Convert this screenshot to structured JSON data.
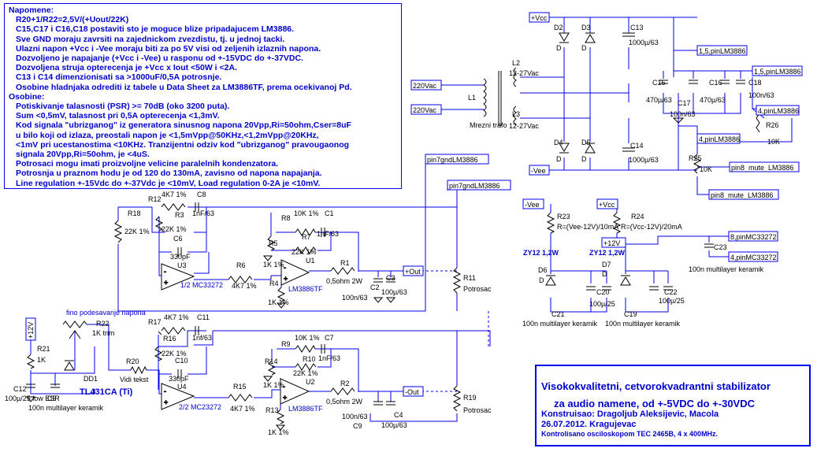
{
  "notes": {
    "napomene_title": "Napomene:",
    "napomene": [
      "R20+1/R22=2,5V/(+Uout/22K)",
      "C15,C17 i C16,C18 postaviti sto je moguce blize pripadajucem LM3886.",
      "Sve GND moraju zavrsiti na zajednickom zvezdistu, tj. u jednoj tacki.",
      "Ulazni napon +Vcc i -Vee moraju biti za po 5V visi od zeljenih izlaznih napona.",
      "Dozvoljeno je napajanje (+Vcc i -Vee) u rasponu od +-15VDC do +-37VDC.",
      "Dozvoljena struja opterecenja je +Vcc x Iout <50W i <2A.",
      "C13 i C14 dimenzionisati sa >1000uF/0,5A potrosnje.",
      "Osobine hladnjaka odrediti iz tabele u Data Sheet za LM3886TF, prema ocekivanoj Pd."
    ],
    "osobine_title": "Osobine:",
    "osobine": [
      "Potiskivanje talasnosti (PSR) >= 70dB (oko 3200 puta).",
      "Sum <0,5mV, talasnost pri 0,5A opterecenja <1,3mV.",
      "Kod signala \"ubrizganog\" iz generatora sinusnog napona 20Vpp,Ri=50ohm,Cser=8uF",
      "u bilo koji od izlaza, preostali napon je <1,5mVpp@50KHz,<1,2mVpp@20KHz,",
      "<1mV pri ucestanostima <10KHz. Tranzijentni odziv kod \"ubrizganog\" pravougaonog",
      "signala 20Vpp,Ri=50ohm, je <4uS.",
      "Potrosaci mogu imati proizvoljne velicine paralelnih kondenzatora.",
      "Potrosnja u praznom hodu je od 120 do 130mA, zavisno od napona napajanja.",
      "Line regulation +-15Vdc do +-37Vdc je <10mV, Load regulation 0-2A je <10mV."
    ]
  },
  "title_block": {
    "line1": "Visokokvalitetni, cetvorokvadrantni stabilizator",
    "line2": "za audio namene, od +-5VDC do +-30VDC",
    "line3": "Konstruisao: Dragoljub Aleksijevic, Macola",
    "line4": "26.07.2012. Kragujevac",
    "line5": "Kontrolisano osciloskopom TEC 2465B, 4 x 400MHz."
  },
  "psu": {
    "vcc": "+Vcc",
    "vee": "-Vee",
    "in1": "220Vac",
    "in2": "220Vac",
    "l1": "L1",
    "l2": "L2",
    "l3": "L3",
    "l2v": "12-27Vac",
    "l3v": "12-27Vac",
    "trafo": "Mrezni trafo",
    "d2": "D2",
    "d3": "D3",
    "d4": "D4",
    "d5": "D5",
    "d": "D",
    "c13": "C13",
    "c13v": "1000µ/63",
    "c14": "C14",
    "c14v": "1000µ/63",
    "c15": "C15",
    "c15v": "470µ/63",
    "c16": "C16",
    "c16v": "470µ/63",
    "c17": "C17",
    "c17v": "100n/63",
    "c18": "C18",
    "c18v": "100n/63",
    "r25": "R25",
    "r25v": "10K",
    "r26": "R26",
    "r26v": "10K",
    "n_15a": "1,5,pinLM3886",
    "n_15b": "1,5,pinLM3886",
    "n_4a": "4,pinLM3886",
    "n_4b": "4,pinLM3886",
    "n_mute_a": "pin8_mute_LM3886",
    "n_mute_b": "pin8_mute_LM3886"
  },
  "ref": {
    "vee": "-Vee",
    "vcc": "+Vcc",
    "r23": "R23",
    "r23v": "R=(Vee-12V)/10mA",
    "r24": "R24",
    "r24v": "R=(Vcc-12V)/20mA",
    "z1": "ZY12 1,2W",
    "z2": "ZY12 1,2W",
    "d6": "D6",
    "d7": "D7",
    "d": "D",
    "c20": "C20",
    "c20v": "100µ/25",
    "c21": "C21",
    "c21v": "100n multilayer keramik",
    "c22": "C22",
    "c22v": "100µ/25",
    "c19": "C19",
    "c19v": "100n multilayer keramik",
    "p12": "+12V",
    "n8": "8,pinMC33272",
    "n4": "4,pinMC33272",
    "c23": "C23",
    "c23v": "100n multilayer keramik"
  },
  "upper": {
    "pin7a": "pin7gndLM3886",
    "pin7b": "pin7gndLM3886",
    "r12": "R12",
    "r12v": "4K7 1%",
    "c8": "C8",
    "c8v": "1nF/63",
    "r18": "R18",
    "r18v": "22K 1%",
    "r3": "R3",
    "r3v": "22K 1%",
    "c6": "C6",
    "c6v": "330pF",
    "u3": "U3",
    "u3v": "1/2 MC33272",
    "r6": "R6",
    "r6v": "4K7 1%",
    "r8": "R8",
    "r8v": "10K 1%",
    "c1": "C1",
    "c1v": "1nF/63",
    "r5": "R5",
    "r5v": "1K 1%",
    "r7": "R7",
    "r7v": "22K 1%",
    "u1": "U1",
    "u1v": "LM3886TF",
    "r4": "R4",
    "r4v": "1K 1%",
    "r1": "R1",
    "r1v": "0,5ohm 2W",
    "c2": "C2",
    "c2v": "100n/63",
    "c3": "C3",
    "c3v": "100µ/63",
    "out": "+Out",
    "r11": "R11",
    "r11v": "Potrosac"
  },
  "lower": {
    "fino": "fino podesavanje napona",
    "p12": "+12V",
    "r22": "R22",
    "r22v": "1K trim",
    "r21": "R21",
    "r21v": "1K",
    "dd1": "DD1",
    "dd1v": "TL431CA (Ti)",
    "c12": "C12",
    "c12v": "100µ/25 low ESR",
    "c5": "C5",
    "c5v": "100n multilayer keramik",
    "r20": "R20",
    "r20v": "Vidi tekst",
    "r17": "R17",
    "r17v": "4K7 1%",
    "c11": "C11",
    "c11v": "1nf/63",
    "r16": "R16",
    "r16v": "22K 1%",
    "c10": "C10",
    "c10v": "330pF",
    "u4": "U4",
    "u4v": "2/2 MC23272",
    "r15": "R15",
    "r15v": "4K7 1%",
    "r9": "R9",
    "r9v": "10K 1%",
    "c7": "C7",
    "c7v": "1nF/63",
    "r14": "R14",
    "r14v": "1K 1%",
    "r10": "R10",
    "r10v": "22K 1%",
    "u2": "U2",
    "u2v": "LM3886TF",
    "r13": "R13",
    "r13v": "1K 1%",
    "r2": "R2",
    "r2v": "0,5ohm 2W",
    "c9": "C9",
    "c9v": "100n/63",
    "c4": "C4",
    "c4v": "100µ/63",
    "out": "-Out",
    "r19": "R19",
    "r19v": "Potrosac"
  },
  "colors": {
    "wire": "#0000ee",
    "text": "#0000cc",
    "component": "#000000"
  }
}
